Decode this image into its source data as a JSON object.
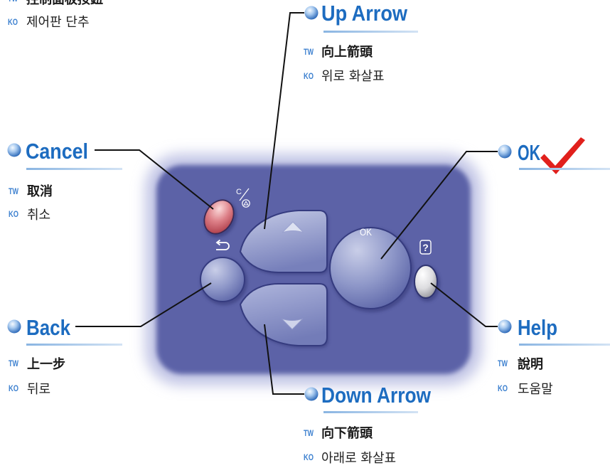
{
  "header": {
    "tw_text": "控制面板按鈕",
    "ko_text": "제어판 단추"
  },
  "badges": {
    "tw": "TW",
    "ko": "KO"
  },
  "callouts": {
    "up_arrow": {
      "title": "Up Arrow",
      "tw": "向上箭頭",
      "ko": "위로 화살표"
    },
    "cancel": {
      "title": "Cancel",
      "tw": "取消",
      "ko": "취소"
    },
    "ok": {
      "title": "OK"
    },
    "back": {
      "title": "Back",
      "tw": "上一步",
      "ko": "뒤로"
    },
    "help": {
      "title": "Help",
      "tw": "說明",
      "ko": "도움말"
    },
    "down_arrow": {
      "title": "Down Arrow",
      "tw": "向下箭頭",
      "ko": "아래로 화살표"
    }
  },
  "panel": {
    "ok_button_label": "OK",
    "help_button_label": "?",
    "cancel_icon_letter": "C"
  },
  "icons": {
    "callout_bullet": "blue-sphere-icon",
    "ok_confirm": "red-checkmark-icon",
    "cancel_symbol": "cancel-stop-icon",
    "back_symbol": "return-arrow-icon",
    "help_symbol": "question-mark-icon",
    "up_symbol": "up-triangle-icon",
    "down_symbol": "down-triangle-icon"
  },
  "colors": {
    "title": "#1d6cc0",
    "badge": "#3f82d0",
    "panel": "#5b62a7",
    "cancel_button": "#d4707a",
    "checkmark": "#e1201c",
    "leader_line": "#111111"
  }
}
